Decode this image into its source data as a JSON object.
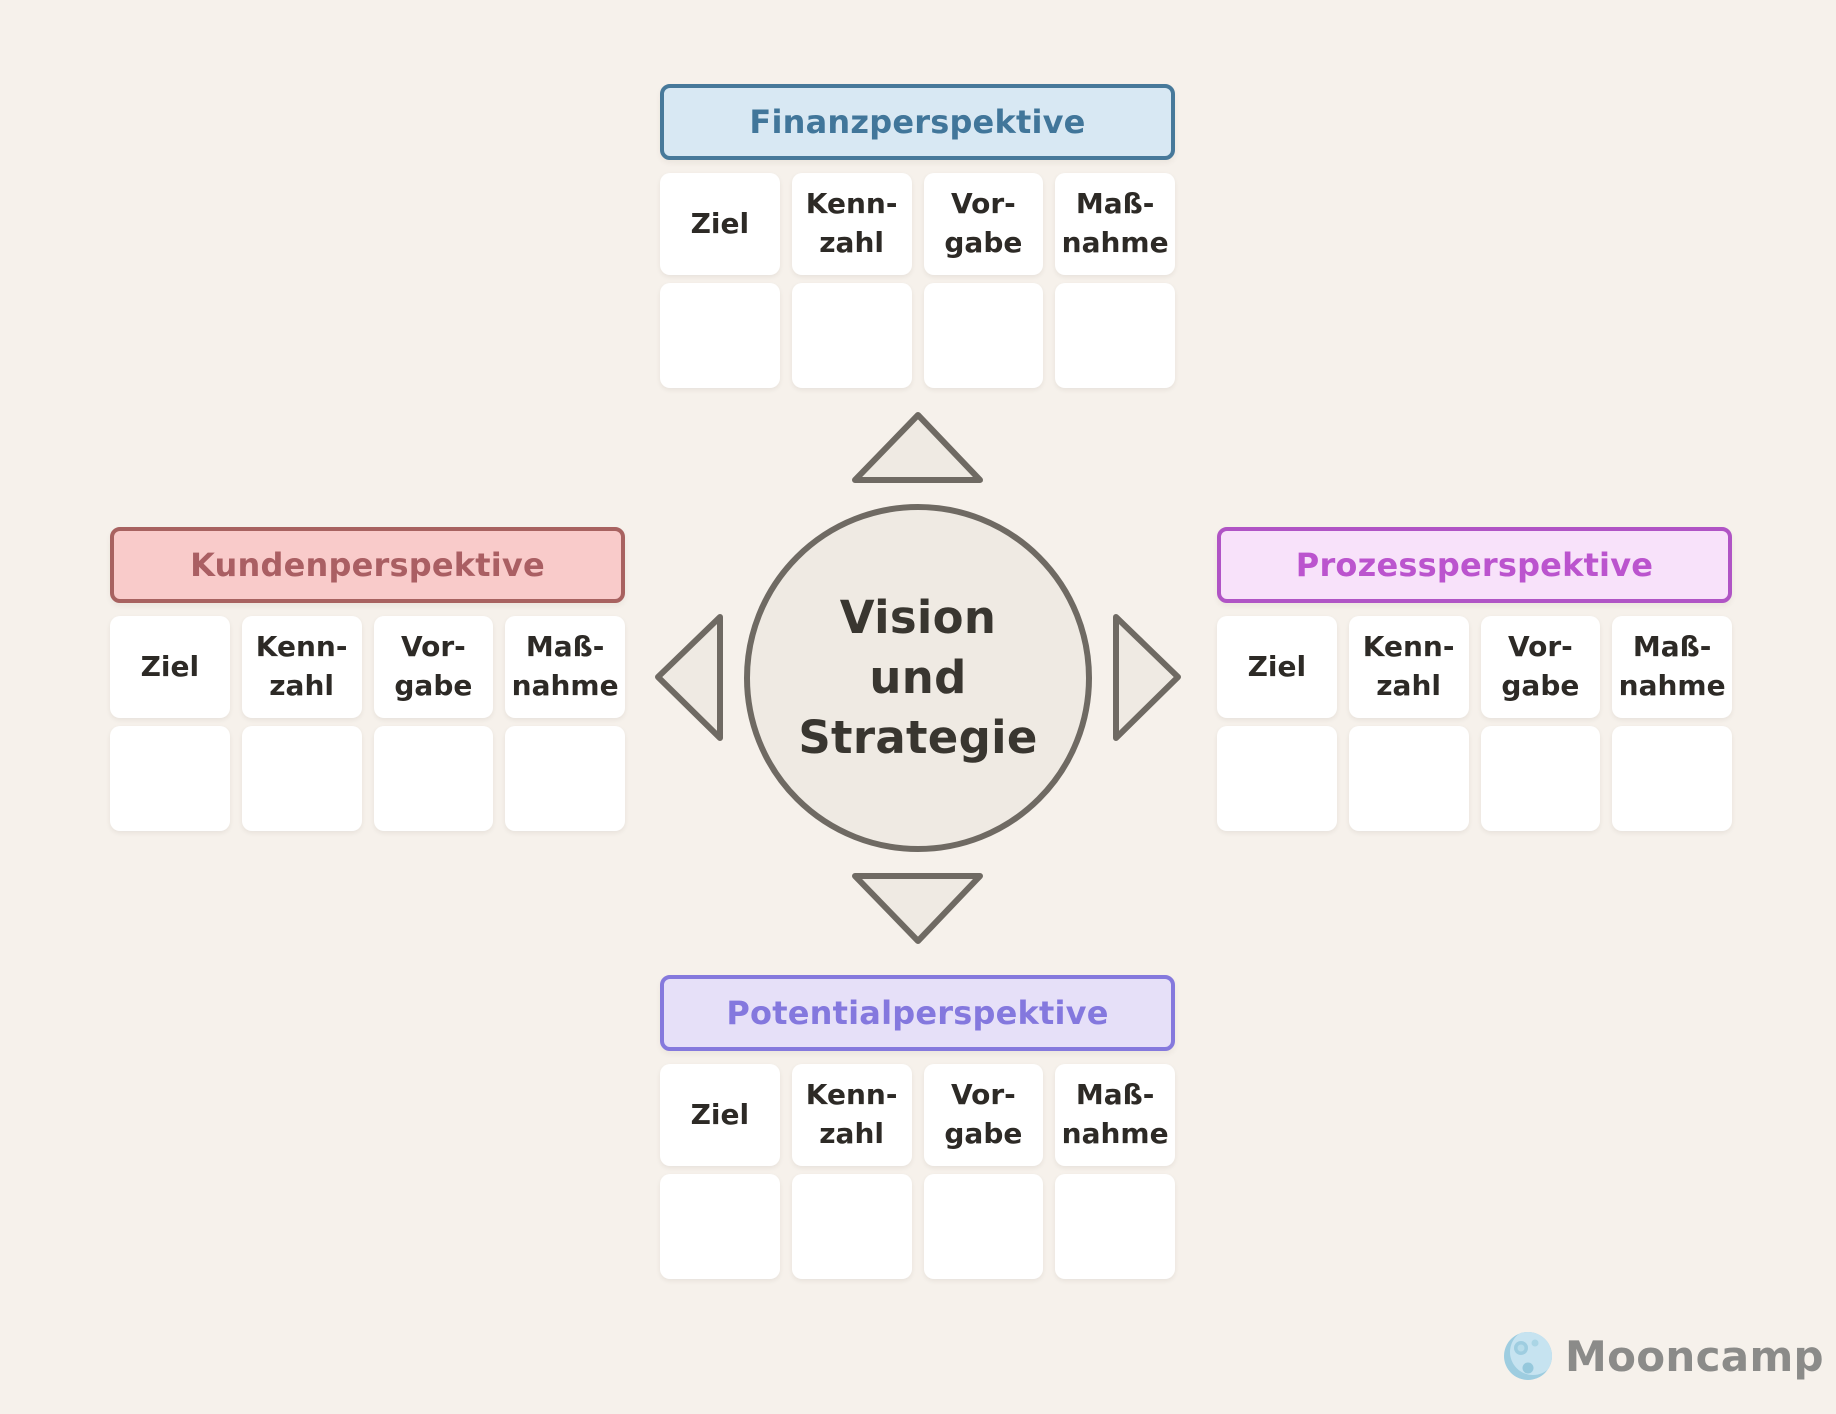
{
  "page": {
    "background_color": "#f6f1eb",
    "kind": "balanced-scorecard-diagram"
  },
  "center": {
    "text": "Vision\nund\nStrategie",
    "fill_color": "#efeae3",
    "stroke_color": "#6f6a63"
  },
  "sections": {
    "finance": {
      "title": "Finanzperspektive",
      "bg_color": "#d8e8f3",
      "border_color": "#47799a",
      "text_color": "#41769a",
      "columns": [
        "Ziel",
        "Kenn-\nzahl",
        "Vor-\ngabe",
        "Maß-\nnahme"
      ]
    },
    "customer": {
      "title": "Kundenperspektive",
      "bg_color": "#f9cbca",
      "border_color": "#a86260",
      "text_color": "#aa5f63",
      "columns": [
        "Ziel",
        "Kenn-\nzahl",
        "Vor-\ngabe",
        "Maß-\nnahme"
      ]
    },
    "process": {
      "title": "Prozessperspektive",
      "bg_color": "#f8e2fa",
      "border_color": "#b054c5",
      "text_color": "#bb54ce",
      "columns": [
        "Ziel",
        "Kenn-\nzahl",
        "Vor-\ngabe",
        "Maß-\nnahme"
      ]
    },
    "potential": {
      "title": "Potentialperspektive",
      "bg_color": "#e6e0f8",
      "border_color": "#8579dd",
      "text_color": "#8478de",
      "columns": [
        "Ziel",
        "Kenn-\nzahl",
        "Vor-\ngabe",
        "Maß-\nnahme"
      ]
    }
  },
  "logo": {
    "brand": "Mooncamp",
    "icon": "moon-icon",
    "text_color": "#8b8b89",
    "moon_color": "#b9dcec",
    "moon_shade_color": "#9ecde0"
  }
}
